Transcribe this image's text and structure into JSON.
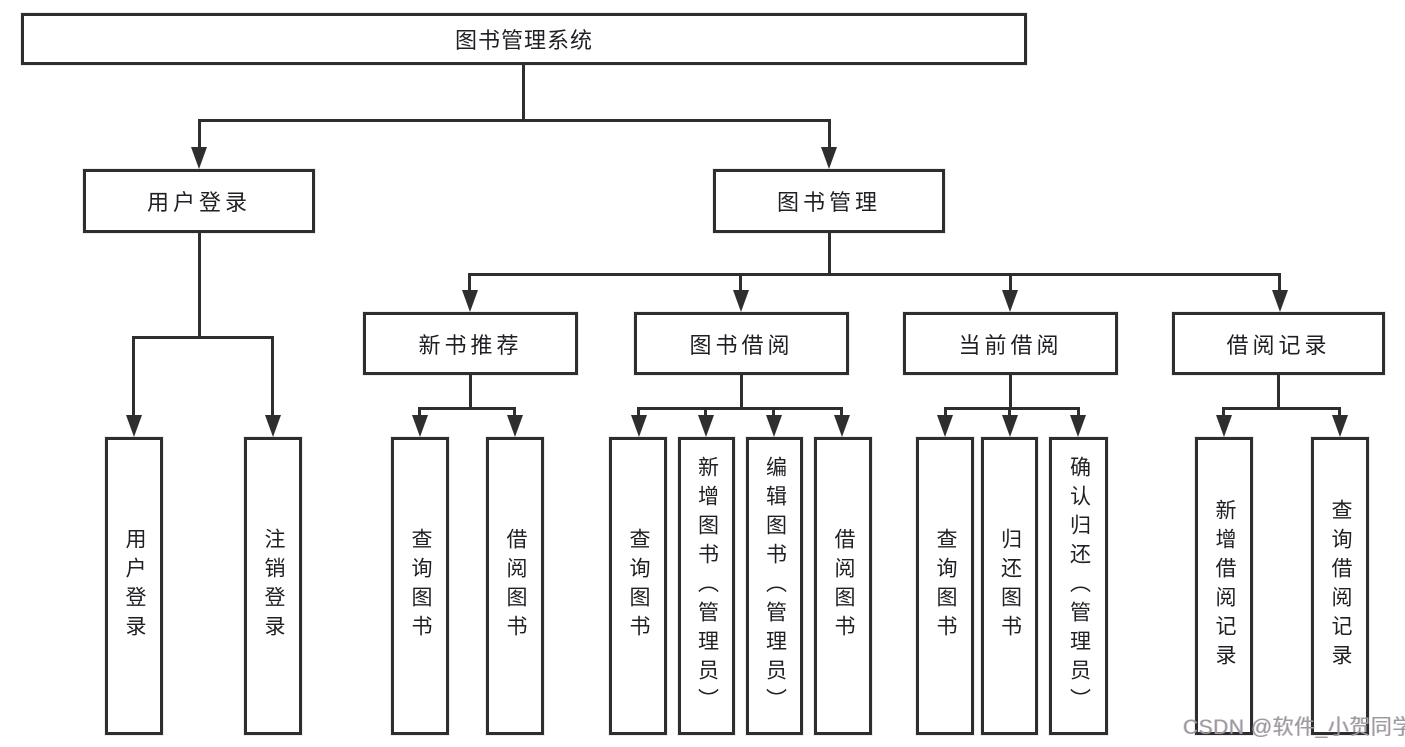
{
  "colors": {
    "line": "#2e2e2e",
    "text": "#1f1f24",
    "watermark": "#9c9c9e",
    "background": "#ffffff"
  },
  "watermark": {
    "text": "CSDN @软件_小贺同学"
  },
  "tree": {
    "root": {
      "label": "图书管理系统"
    },
    "branches": [
      {
        "label": "用户登录",
        "children": [
          {
            "label": "用户登录"
          },
          {
            "label": "注销登录"
          }
        ]
      },
      {
        "label": "图书管理",
        "groups": [
          {
            "label": "新书推荐",
            "children": [
              {
                "label": "查询图书"
              },
              {
                "label": "借阅图书"
              }
            ]
          },
          {
            "label": "图书借阅",
            "children": [
              {
                "label": "查询图书"
              },
              {
                "label": "新增图书（管理员）"
              },
              {
                "label": "编辑图书（管理员）"
              },
              {
                "label": "借阅图书"
              }
            ]
          },
          {
            "label": "当前借阅",
            "children": [
              {
                "label": "查询图书"
              },
              {
                "label": "归还图书"
              },
              {
                "label": "确认归还（管理员）"
              }
            ]
          },
          {
            "label": "借阅记录",
            "children": [
              {
                "label": "新增借阅记录"
              },
              {
                "label": "查询借阅记录"
              }
            ]
          }
        ]
      }
    ]
  }
}
